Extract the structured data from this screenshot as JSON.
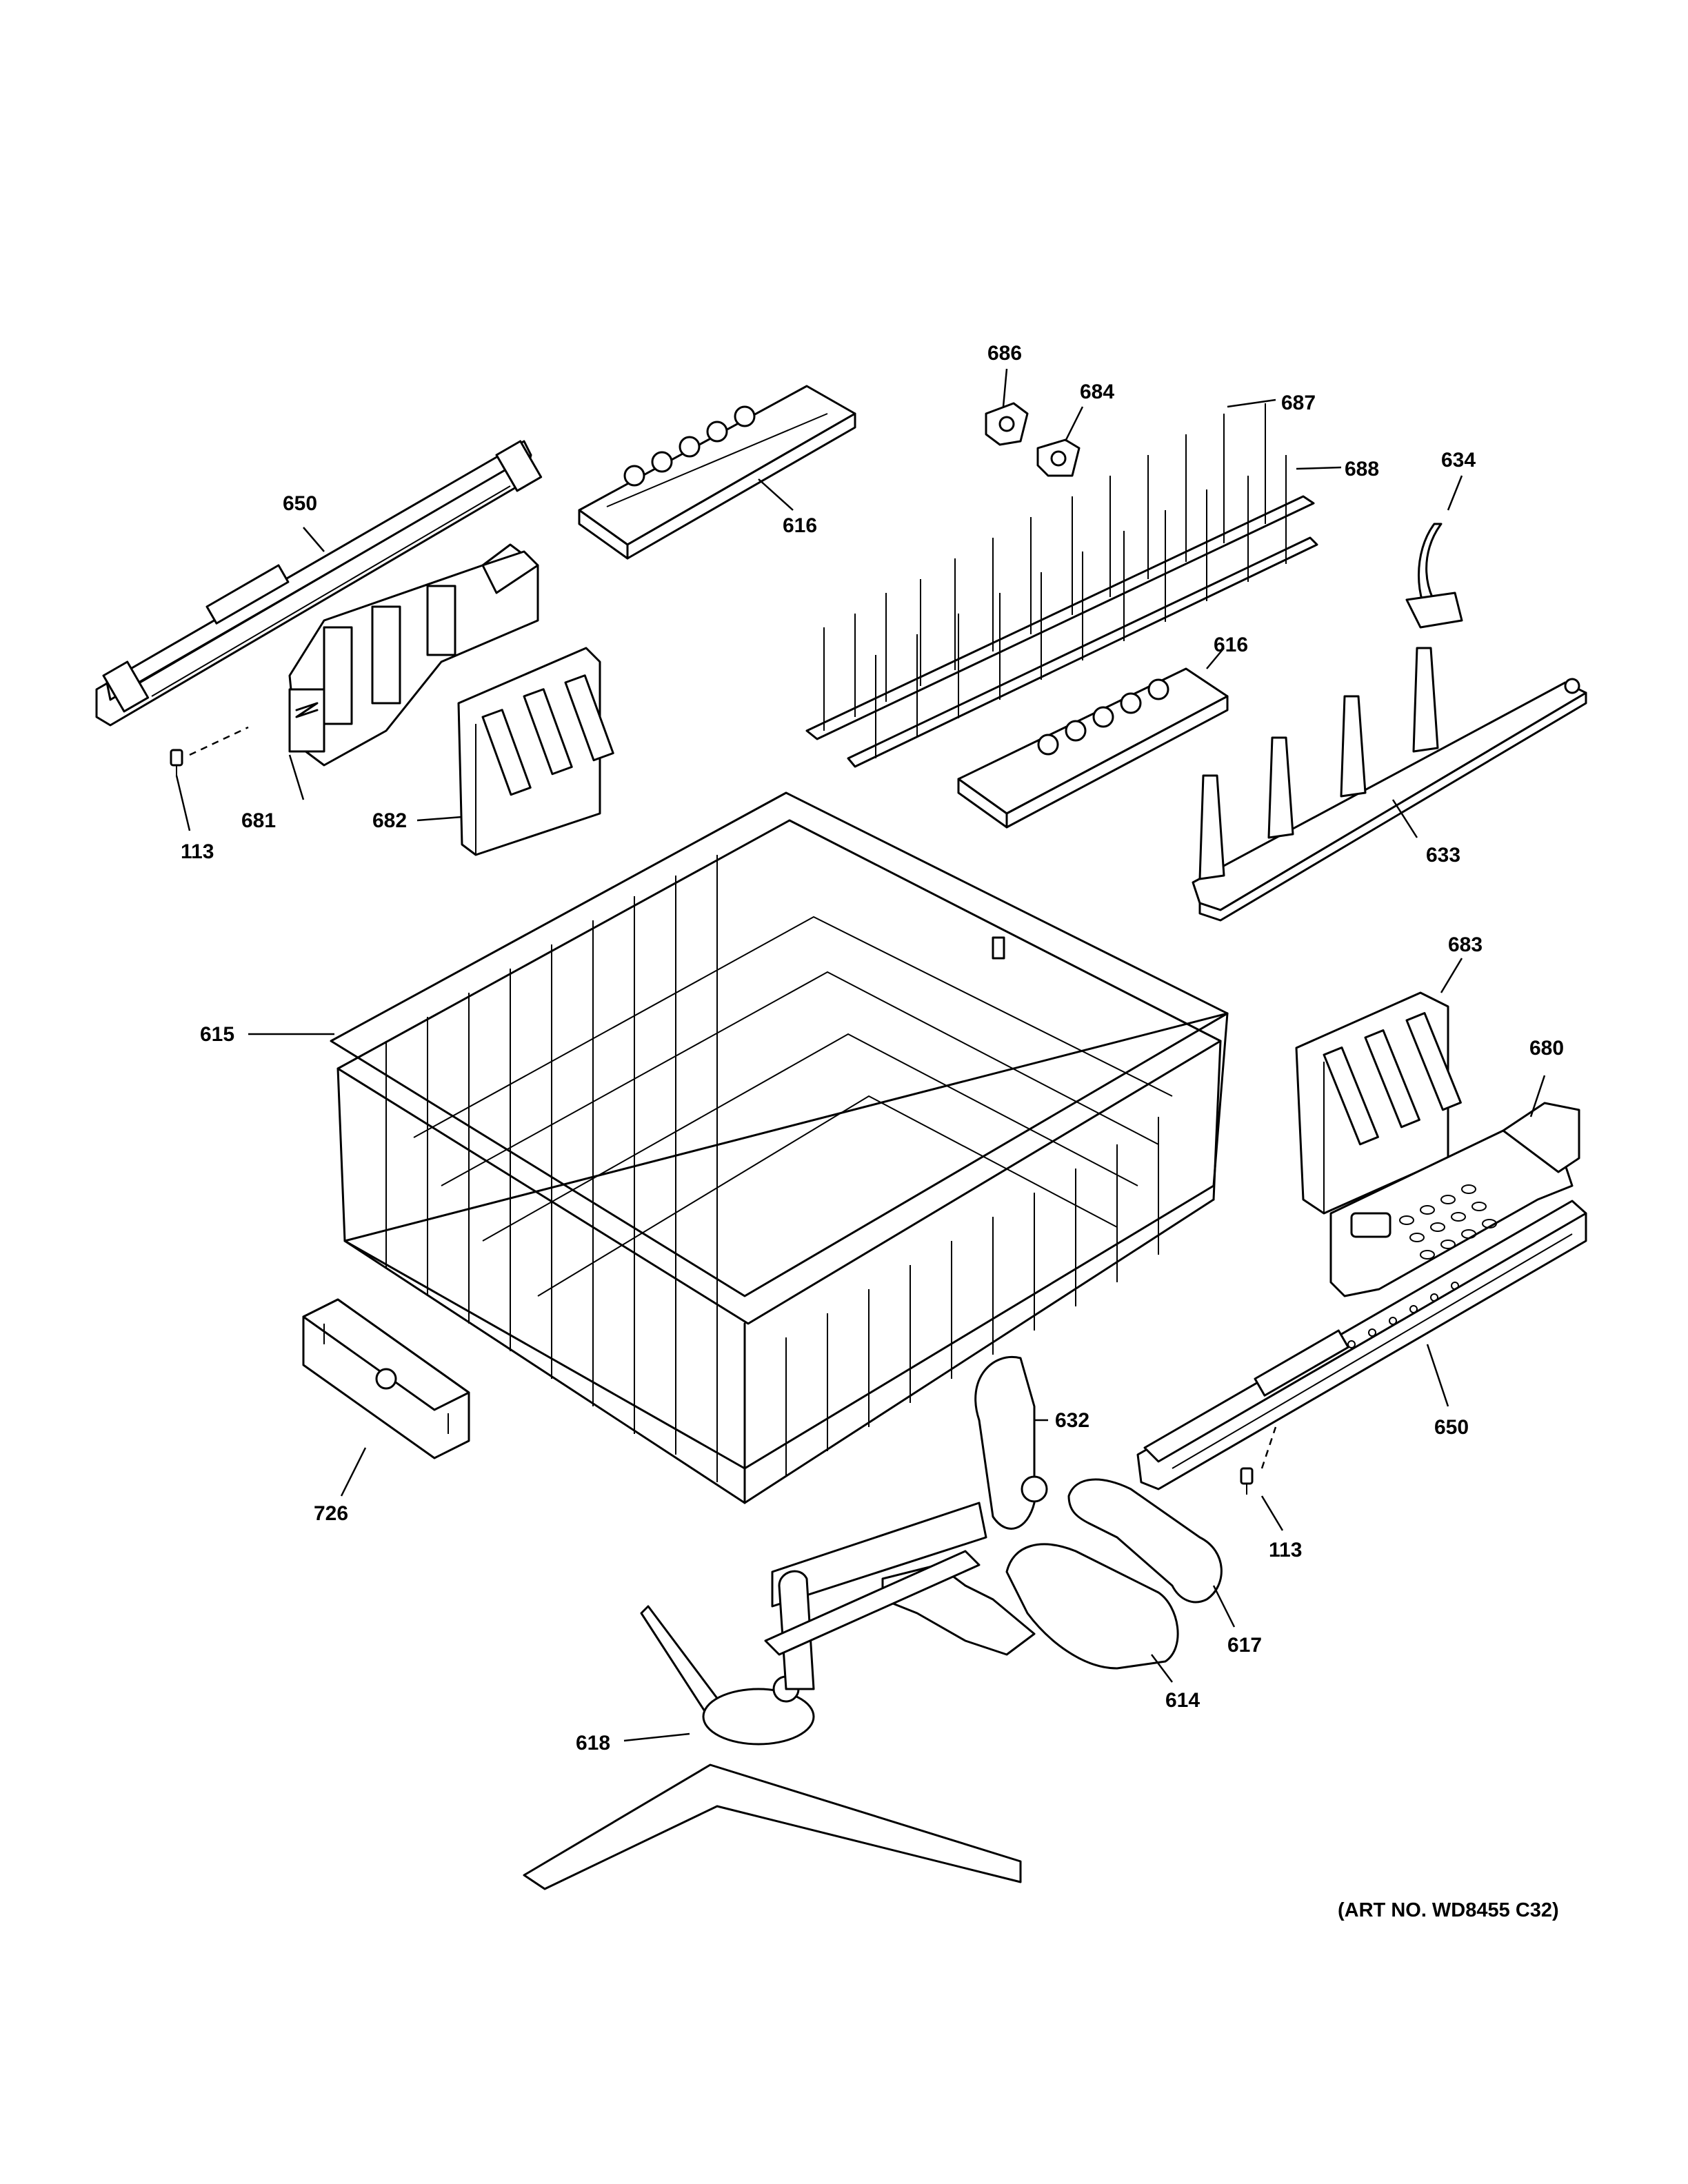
{
  "callouts": {
    "c650a": "650",
    "c616a": "616",
    "c686": "686",
    "c684": "684",
    "c687": "687",
    "c688": "688",
    "c634": "634",
    "c616b": "616",
    "c681": "681",
    "c682": "682",
    "c113a": "113",
    "c633": "633",
    "c683": "683",
    "c680": "680",
    "c615": "615",
    "c632": "632",
    "c650b": "650",
    "c726": "726",
    "c113b": "113",
    "c617": "617",
    "c614": "614",
    "c618": "618"
  },
  "art_number": "(ART NO. WD8455 C32)"
}
